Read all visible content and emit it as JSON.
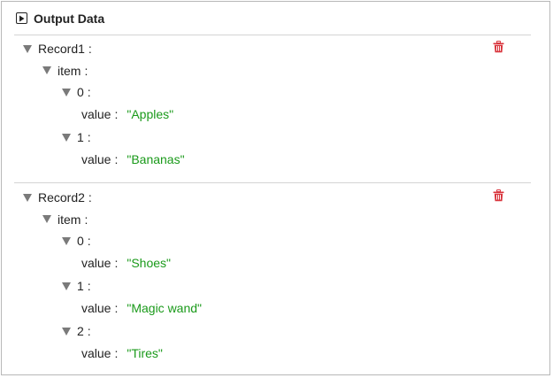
{
  "header": {
    "title": "Output Data",
    "icon": "play-square-icon"
  },
  "colors": {
    "string_value": "#1a9a1a",
    "trash": "#d9363e",
    "caret": "#7a7a7a"
  },
  "records": [
    {
      "key": "Record1",
      "item_key": "item",
      "items": [
        {
          "index": "0",
          "value_key": "value",
          "value": "\"Apples\""
        },
        {
          "index": "1",
          "value_key": "value",
          "value": "\"Bananas\""
        }
      ]
    },
    {
      "key": "Record2",
      "item_key": "item",
      "items": [
        {
          "index": "0",
          "value_key": "value",
          "value": "\"Shoes\""
        },
        {
          "index": "1",
          "value_key": "value",
          "value": "\"Magic wand\""
        },
        {
          "index": "2",
          "value_key": "value",
          "value": "\"Tires\""
        }
      ]
    }
  ],
  "colon": ":"
}
